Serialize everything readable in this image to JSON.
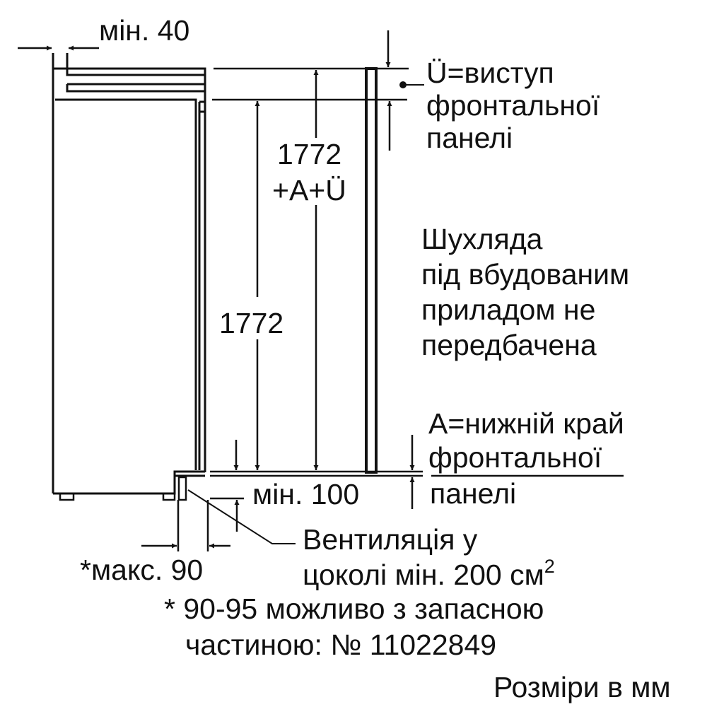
{
  "dimensions": {
    "min_40": "мін. 40",
    "height_total_1": "1772",
    "height_total_2": "+A+Ü",
    "height_niche": "1772",
    "min_100": "мін. 100",
    "max_90": "*макс. 90"
  },
  "labels": {
    "overhang": [
      "Ü=виступ",
      "фронтальної",
      "панелі"
    ],
    "drawer_note": [
      "Шухляда",
      "під вбудованим",
      "приладом не",
      "передбачена"
    ],
    "bottom_edge": [
      "А=нижній край",
      "фронтальної",
      "панелі"
    ],
    "ventilation_line1": "Вентиляція у",
    "ventilation_line2": "цоколі мін. 200 см",
    "ventilation_sup": "2",
    "footnote_line1": "* 90-95 можливо з запасною",
    "footnote_line2": "частиною: № 11022849",
    "units": "Розміри в мм"
  }
}
